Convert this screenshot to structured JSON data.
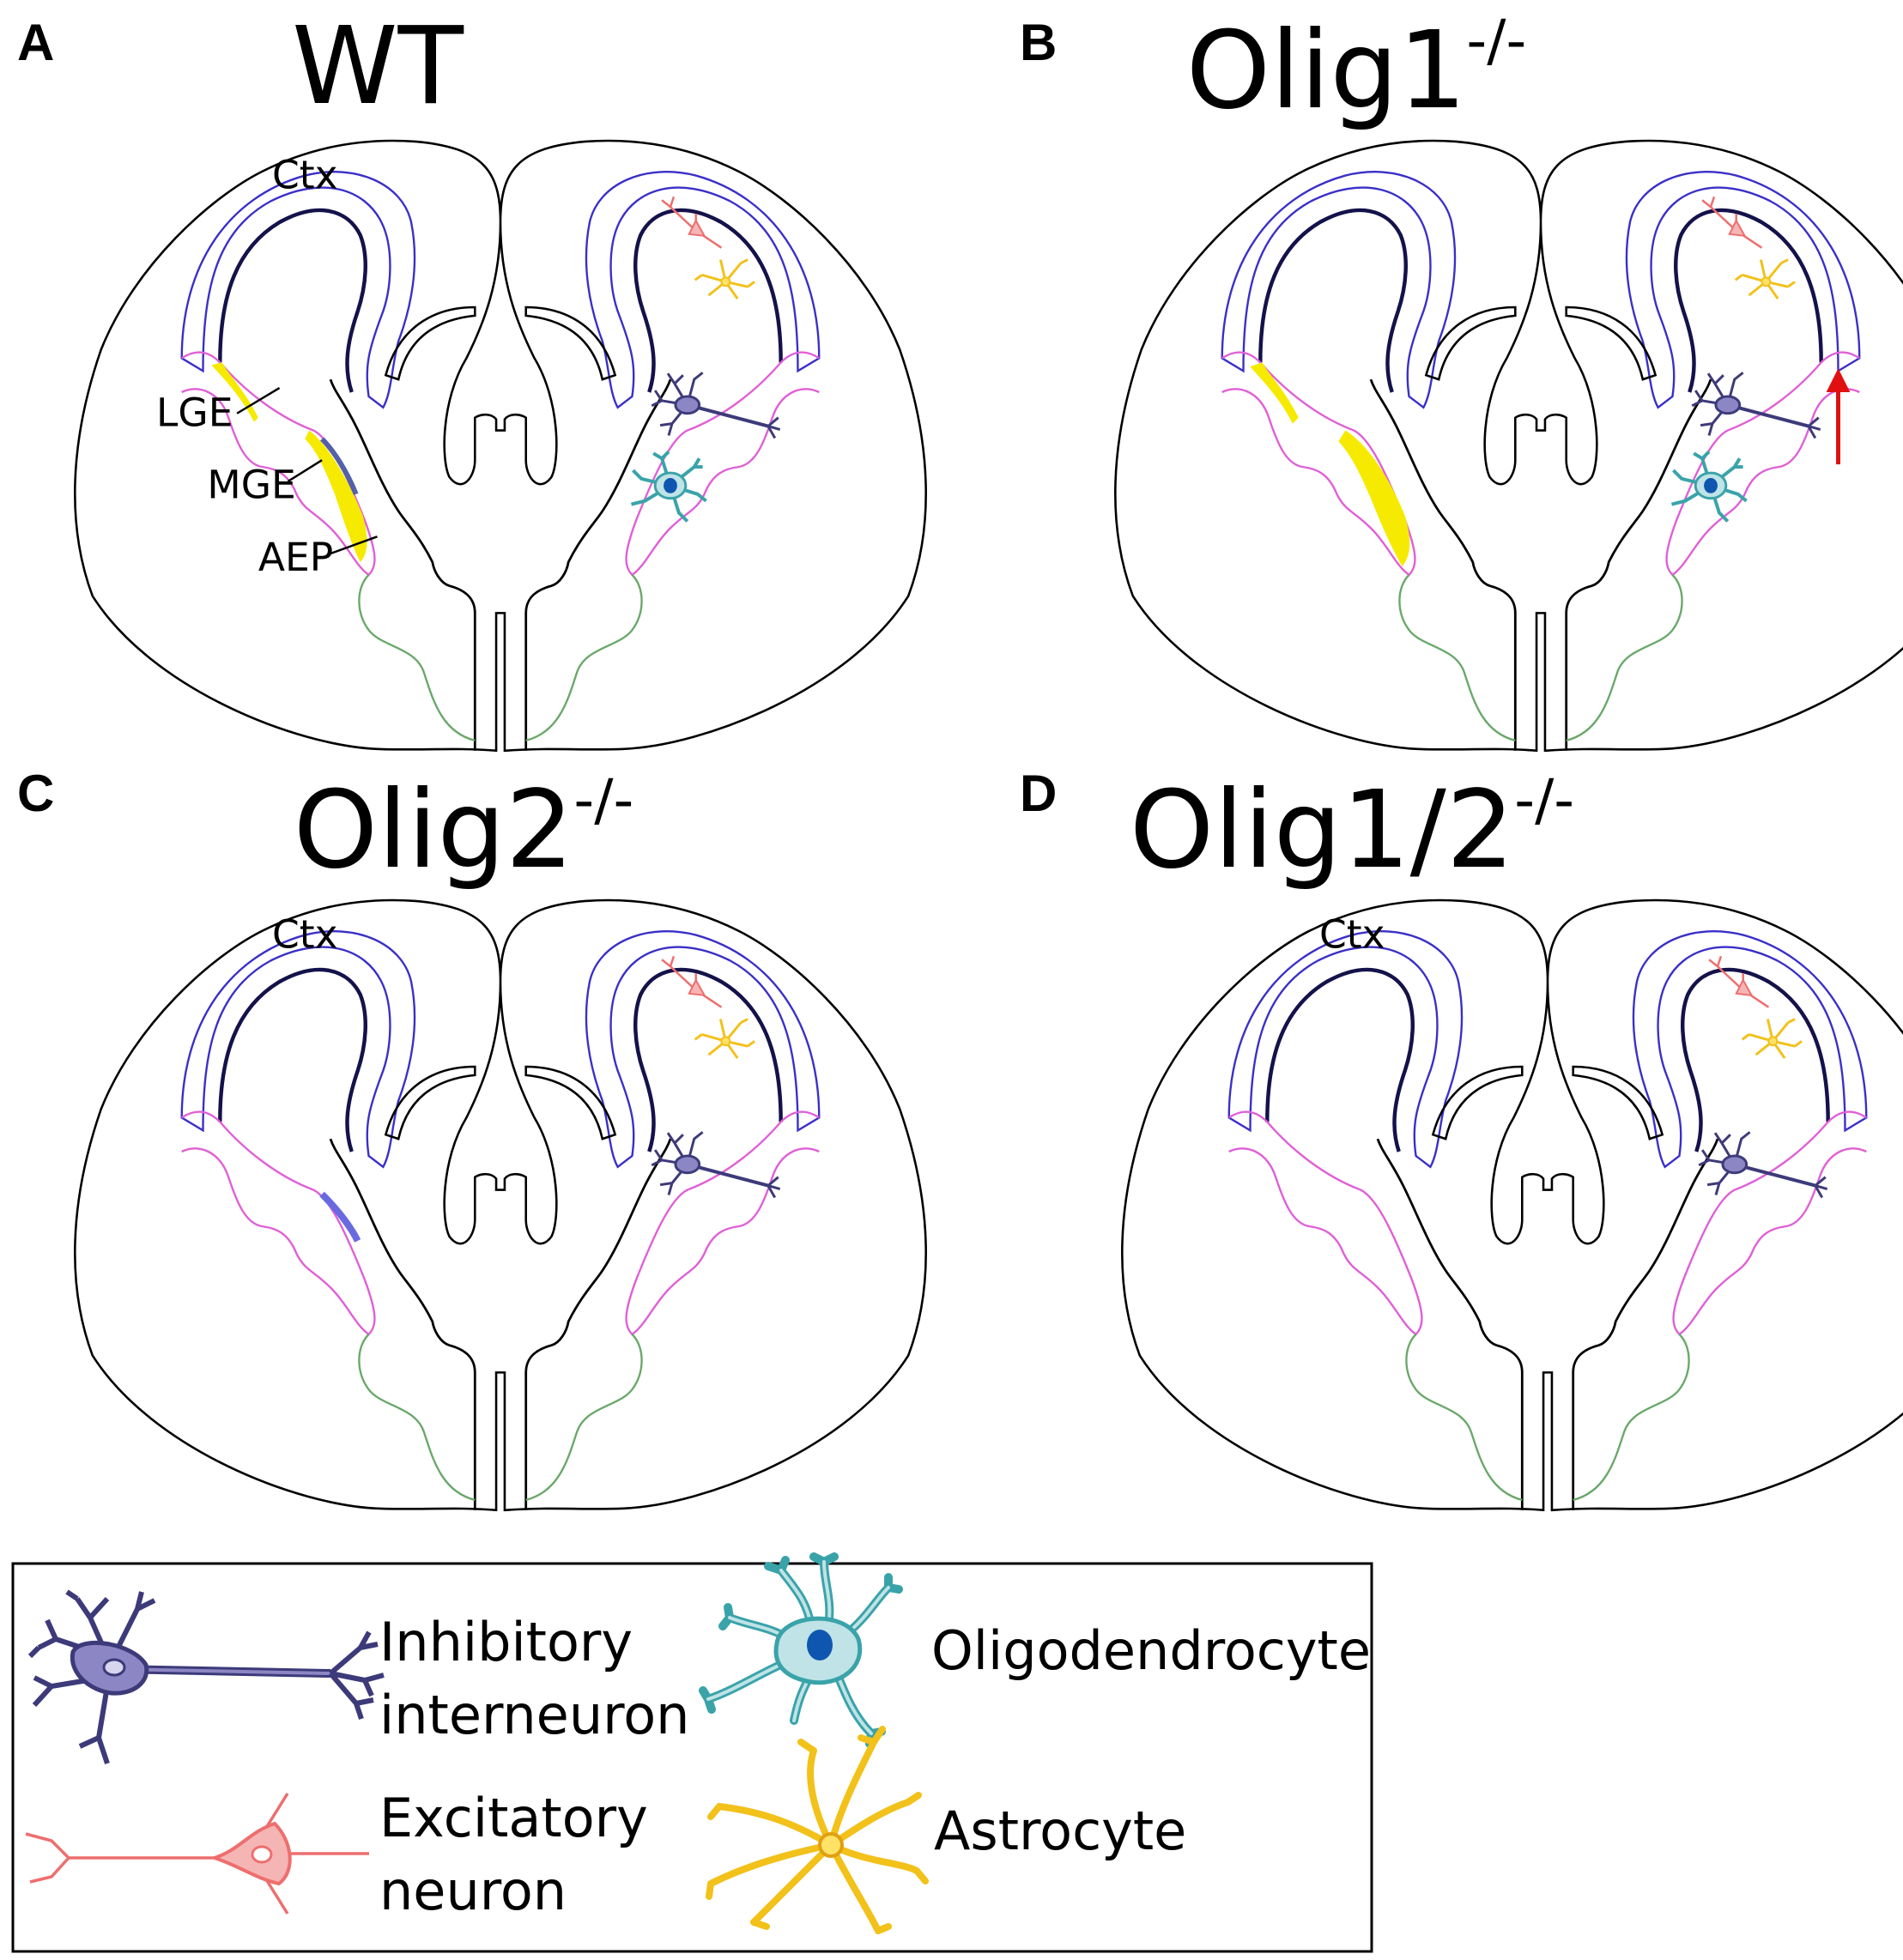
{
  "panels": [
    {
      "letter": "A",
      "genotype": "WT",
      "superscript": "",
      "ctx_label": "Ctx",
      "show_labels": true,
      "lge": "LGE",
      "mge": "MGE",
      "aep": "AEP",
      "domain": "yellow",
      "cells": [
        "excitatory",
        "astrocyte",
        "inhibitory",
        "oligodendrocyte"
      ],
      "arrow": false
    },
    {
      "letter": "B",
      "genotype": "Olig1",
      "superscript": "-/-",
      "ctx_label": "",
      "show_labels": false,
      "domain": "yellow-thick",
      "cells": [
        "excitatory",
        "astrocyte",
        "inhibitory",
        "oligodendrocyte"
      ],
      "arrow": true
    },
    {
      "letter": "C",
      "genotype": "Olig2",
      "superscript": "-/-",
      "ctx_label": "Ctx",
      "show_labels": false,
      "domain": "blue",
      "cells": [
        "excitatory",
        "astrocyte",
        "inhibitory"
      ],
      "arrow": false
    },
    {
      "letter": "D",
      "genotype": "Olig1/2",
      "superscript": "-/-",
      "ctx_label": "Ctx",
      "show_labels": false,
      "domain": "none",
      "cells": [
        "excitatory",
        "astrocyte",
        "inhibitory"
      ],
      "arrow": false
    }
  ],
  "legend": {
    "inhibitory_line1": "Inhibitory",
    "inhibitory_line2": "interneuron",
    "excitatory_line1": "Excitatory",
    "excitatory_line2": "neuron",
    "oligodendrocyte": "Oligodendrocyte",
    "astrocyte": "Astrocyte"
  },
  "colors": {
    "inhibitory": "#3d3a7a",
    "inhibitory_fill": "#8c86c4",
    "excitatory": "#ee6e6e",
    "excitatory_fill": "#f5b5b5",
    "oligodendrocyte": "#3aa3aa",
    "oligodendrocyte_fill": "#bfe3e6",
    "oligodendrocyte_nucleus": "#0e56b0",
    "astrocyte": "#f2c11a",
    "astrocyte_fill": "#ffe266",
    "domain_yellow": "#f5ea00",
    "domain_blue": "#6a6ae0",
    "arrow": "#e01010"
  }
}
